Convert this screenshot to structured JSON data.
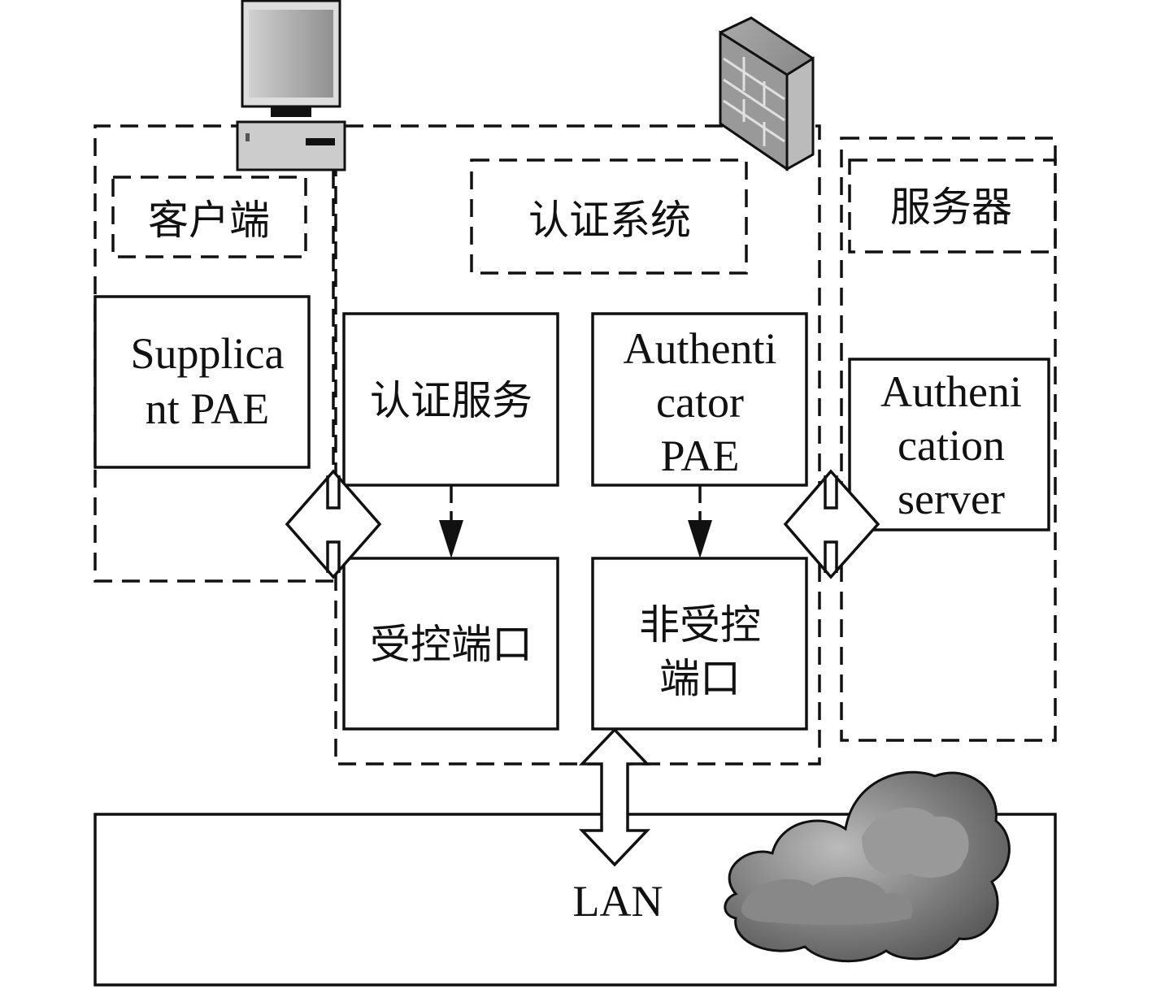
{
  "client": {
    "label": "客户端",
    "supplicant": [
      "Supplica",
      "nt PAE"
    ]
  },
  "auth_system": {
    "label": "认证系统",
    "auth_service": "认证服务",
    "authenticator_pae": [
      "Authenti",
      "cator",
      "PAE"
    ],
    "controlled_port": "受控端口",
    "uncontrolled_port": [
      "非受控",
      "端口"
    ]
  },
  "server": {
    "label": "服务器",
    "auth_server": [
      "Autheni",
      "cation",
      "server"
    ]
  },
  "lan": {
    "label": "LAN"
  },
  "icons": [
    "computer-icon",
    "firewall-icon",
    "cloud-icon"
  ]
}
